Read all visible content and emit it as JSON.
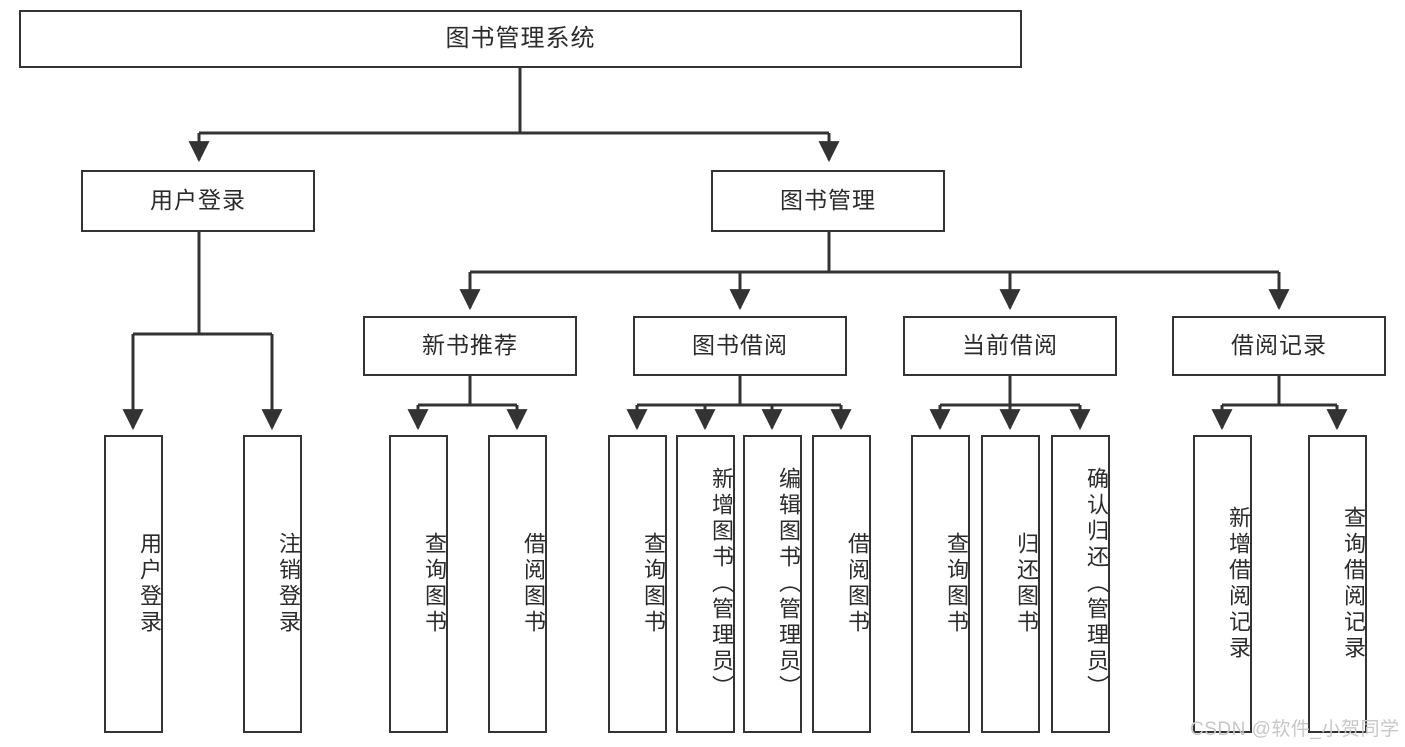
{
  "diagram": {
    "type": "tree-hierarchy",
    "title": "图书管理系统",
    "watermark": "CSDN @软件_小贺同学",
    "colors": {
      "box_border": "#333333",
      "box_fill": "#ffffff",
      "connector": "#333333",
      "text": "#2b2b2b",
      "watermark": "#c7c7c7",
      "background": "#ffffff"
    },
    "levels": {
      "root": {
        "label": "图书管理系统"
      },
      "level2": [
        {
          "label": "用户登录"
        },
        {
          "label": "图书管理"
        }
      ],
      "level3": [
        {
          "label": "新书推荐"
        },
        {
          "label": "图书借阅"
        },
        {
          "label": "当前借阅"
        },
        {
          "label": "借阅记录"
        }
      ]
    },
    "leaves": {
      "user_login": [
        {
          "label": "用户登录"
        },
        {
          "label": "注销登录"
        }
      ],
      "new_book_recommend": [
        {
          "label": "查询图书"
        },
        {
          "label": "借阅图书"
        }
      ],
      "book_borrow": [
        {
          "label": "查询图书"
        },
        {
          "label": "新增图书（管理员）"
        },
        {
          "label": "编辑图书（管理员）"
        },
        {
          "label": "借阅图书"
        }
      ],
      "current_borrow": [
        {
          "label": "查询图书"
        },
        {
          "label": "归还图书"
        },
        {
          "label": "确认归还（管理员）"
        }
      ],
      "borrow_record": [
        {
          "label": "新增借阅记录"
        },
        {
          "label": "查询借阅记录"
        }
      ]
    }
  }
}
